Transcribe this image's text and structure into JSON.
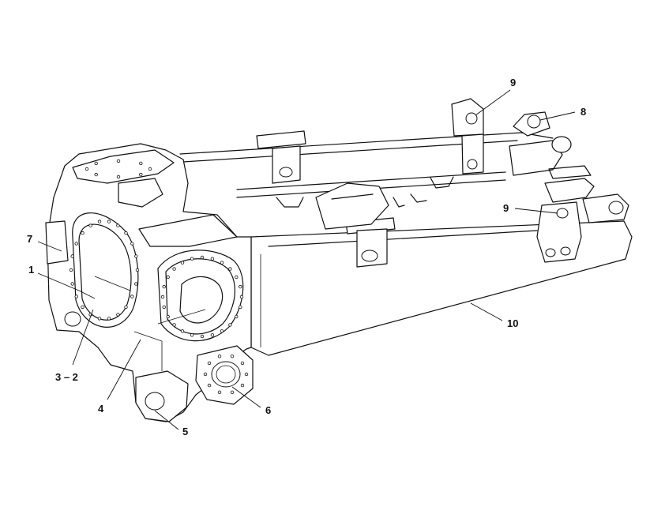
{
  "figure": {
    "callouts": [
      {
        "id": "c1",
        "label": "1"
      },
      {
        "id": "c32",
        "label": "3 – 2"
      },
      {
        "id": "c4",
        "label": "4"
      },
      {
        "id": "c5",
        "label": "5"
      },
      {
        "id": "c6",
        "label": "6"
      },
      {
        "id": "c7",
        "label": "7"
      },
      {
        "id": "c8",
        "label": "8"
      },
      {
        "id": "c9a",
        "label": "9"
      },
      {
        "id": "c9b",
        "label": "9"
      },
      {
        "id": "c10",
        "label": "10"
      }
    ],
    "colors": {
      "ink": "#111111",
      "paper": "#ffffff"
    }
  }
}
